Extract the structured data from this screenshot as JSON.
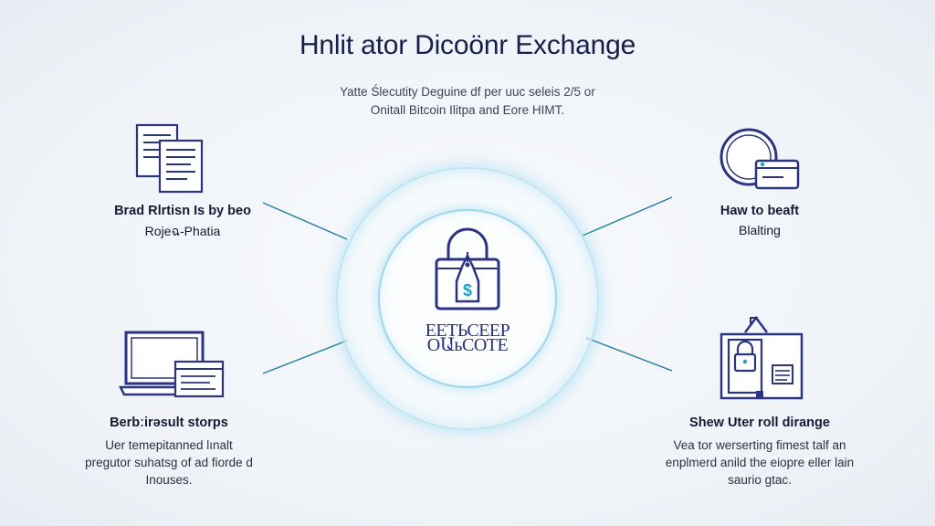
{
  "title": "Hnlit ator Dicoönr Exchange",
  "subtitle_lines": [
    "Yatte Ślecutity Deguine df per uuc seleis 2/5 or",
    "Onitall Bitcoin Ilitpa and Eore HIMT."
  ],
  "center": {
    "icon": "padlock-dollar-tag-icon",
    "label_lines": [
      "ЕЕТЬСЕЕР",
      "ОԱьСОТЕ"
    ]
  },
  "nodes": {
    "top_left": {
      "icon": "documents-icon",
      "heading_lines": [
        "Brad Rlrtisn Is by beo",
        "Rojeฉ-Phatia"
      ]
    },
    "top_right": {
      "icon": "circle-card-icon",
      "heading_lines": [
        "Hаw to beaft",
        "Blalting"
      ]
    },
    "bottom_left": {
      "icon": "laptop-document-icon",
      "heading": "Berbːirəsult storps",
      "body_lines": [
        "Uer temepitanned lınalt",
        "pregutor suhatsg of ad fiorde d",
        "Inouses."
      ]
    },
    "bottom_right": {
      "icon": "secure-door-icon",
      "heading": "Shew Uter roll dirange",
      "body_lines": [
        "Vea tor werserting fimest talf an",
        "enplmerd anild the eiopre eller lain",
        "saurio gtac."
      ]
    }
  },
  "colors": {
    "title": "#16204a",
    "icon_stroke": "#2b3383",
    "accent_teal": "#1aa3c4",
    "connector": "#1f7d9c",
    "ring_glow": "#9fd6ea"
  }
}
